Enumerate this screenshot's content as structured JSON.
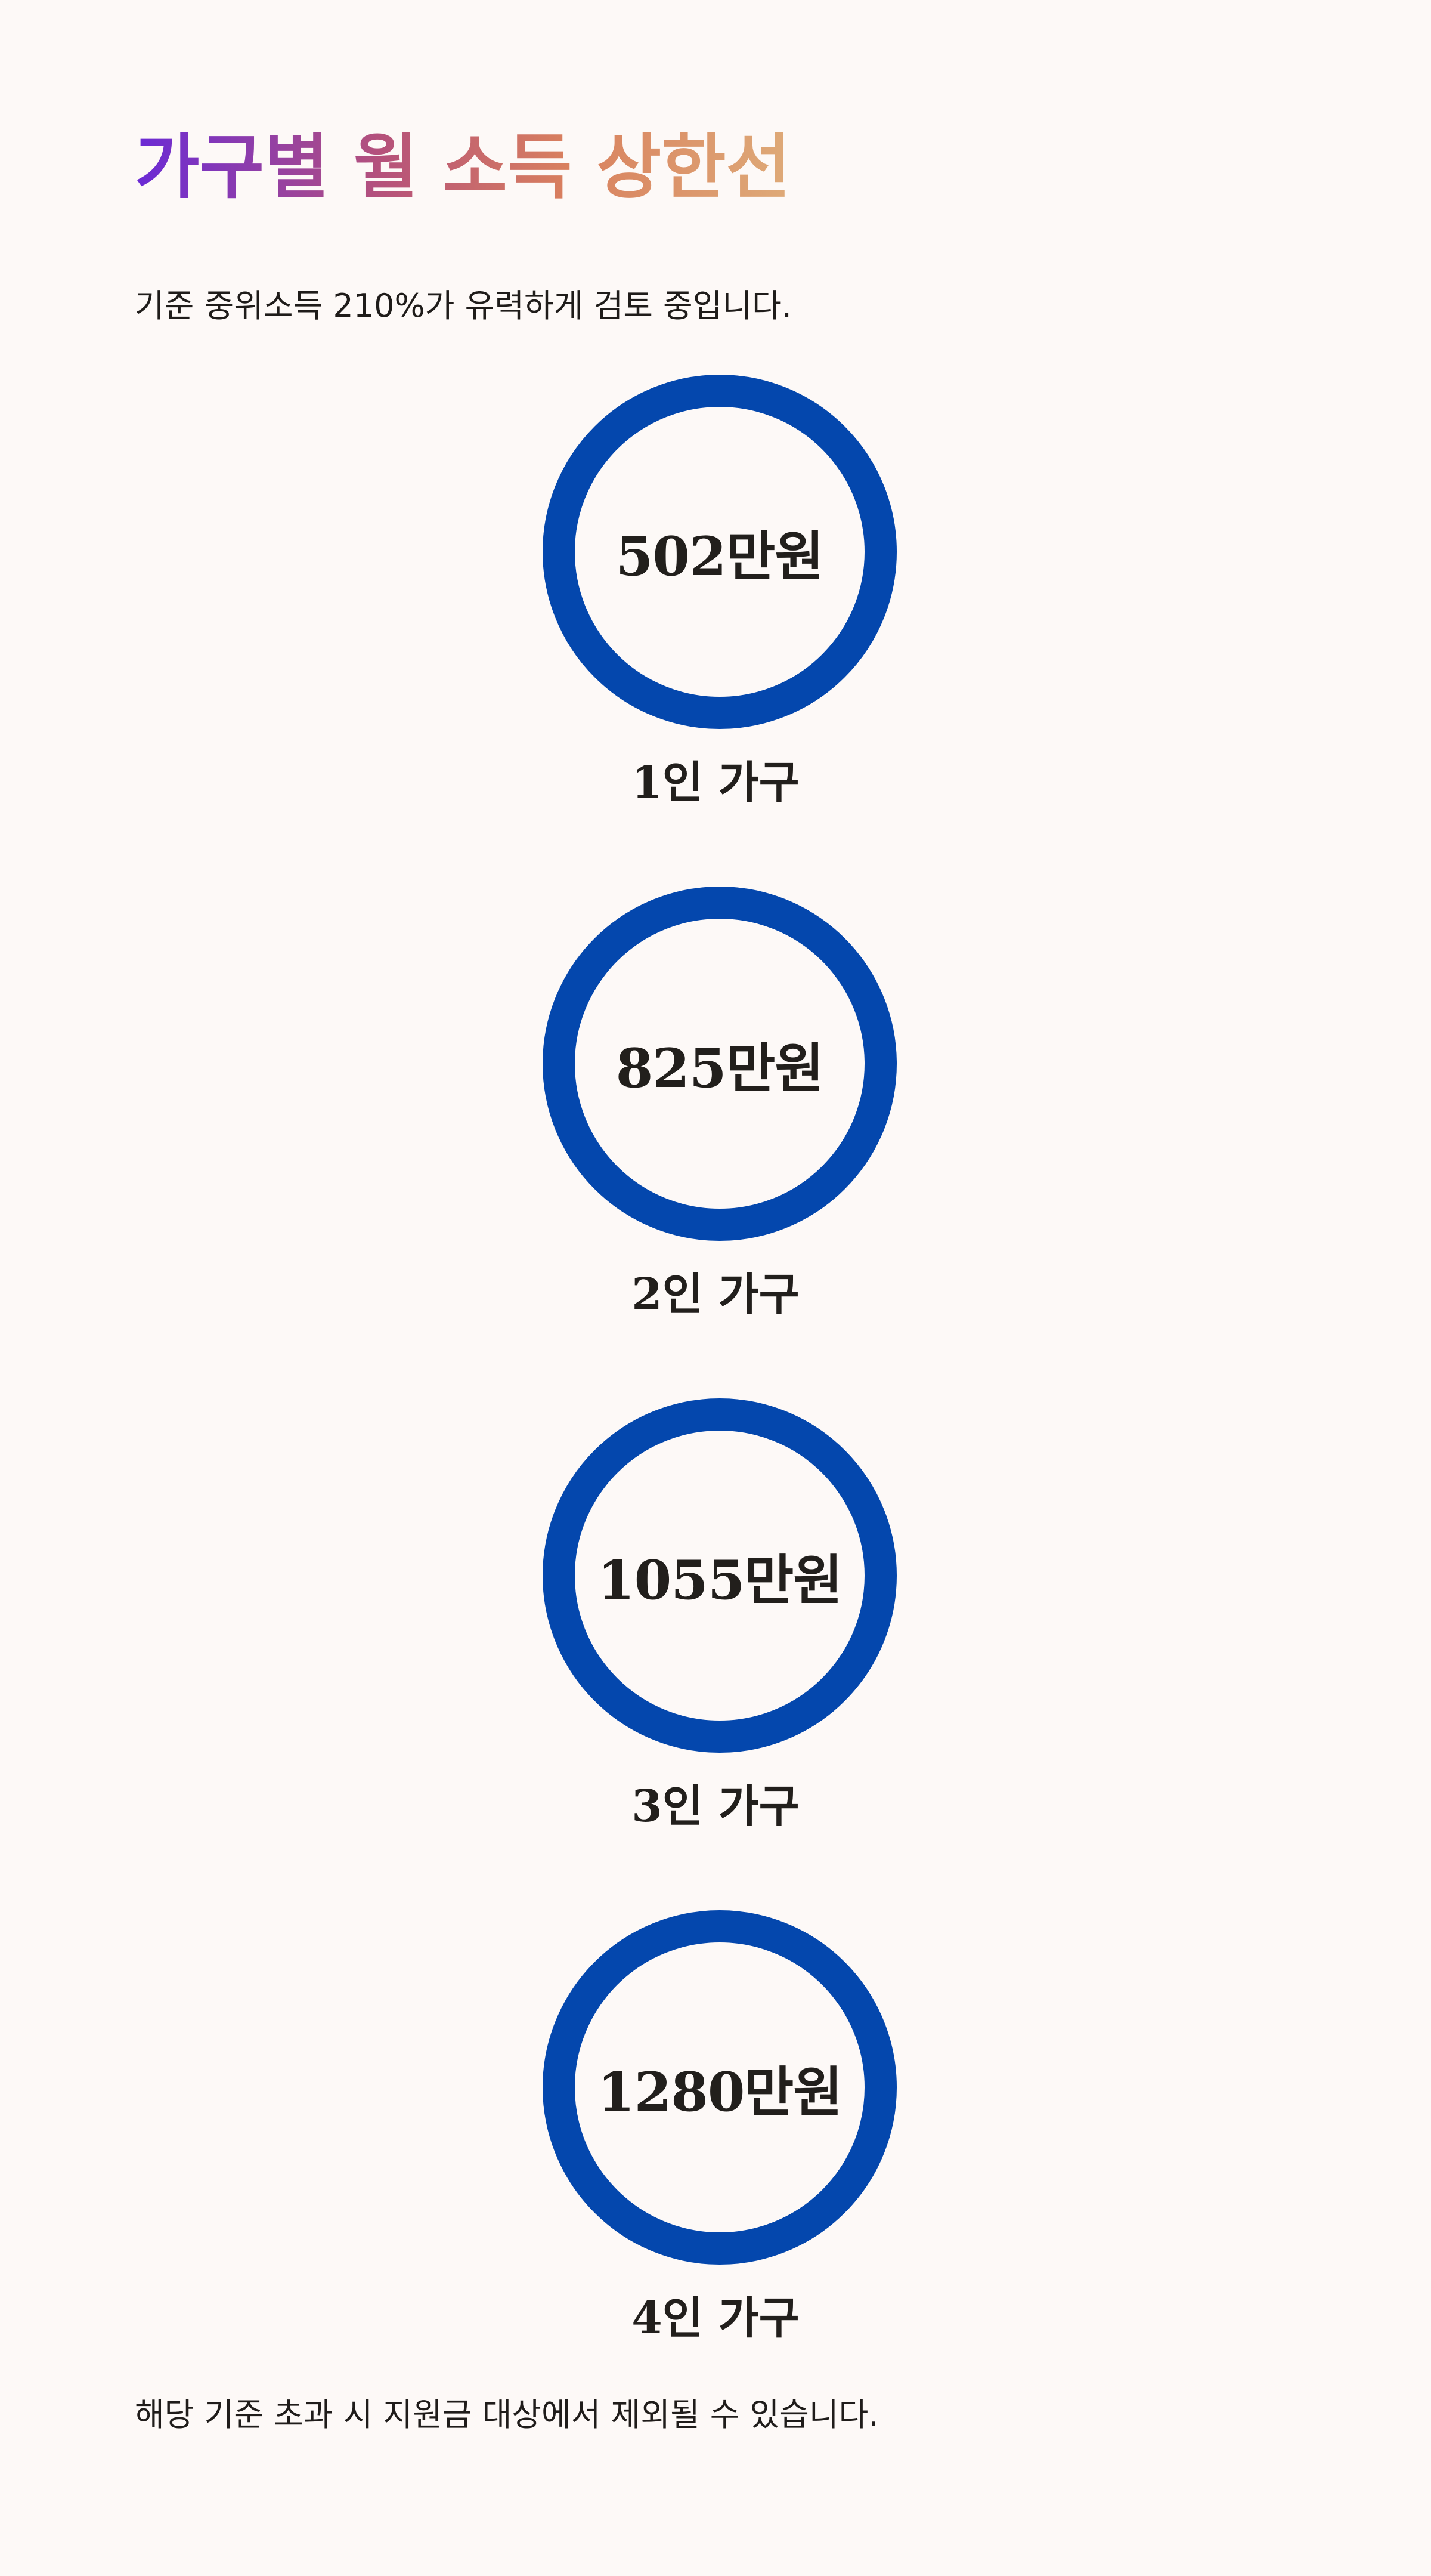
{
  "header": {
    "title": "가구별 월 소득 상한선",
    "subtitle": "기준 중위소득 210%가 유력하게 검토 중입니다."
  },
  "colors": {
    "ring": "#0447ad",
    "background": "#fdf9f7",
    "title_gradient": [
      "#6a2ad6",
      "#b6527a",
      "#d9805e",
      "#deaa78"
    ]
  },
  "items": [
    {
      "value": "502만원",
      "label": "1인 가구"
    },
    {
      "value": "825만원",
      "label": "2인 가구"
    },
    {
      "value": "1055만원",
      "label": "3인 가구"
    },
    {
      "value": "1280만원",
      "label": "4인 가구"
    }
  ],
  "footer": {
    "note": "해당 기준 초과 시 지원금 대상에서 제외될 수 있습니다."
  }
}
